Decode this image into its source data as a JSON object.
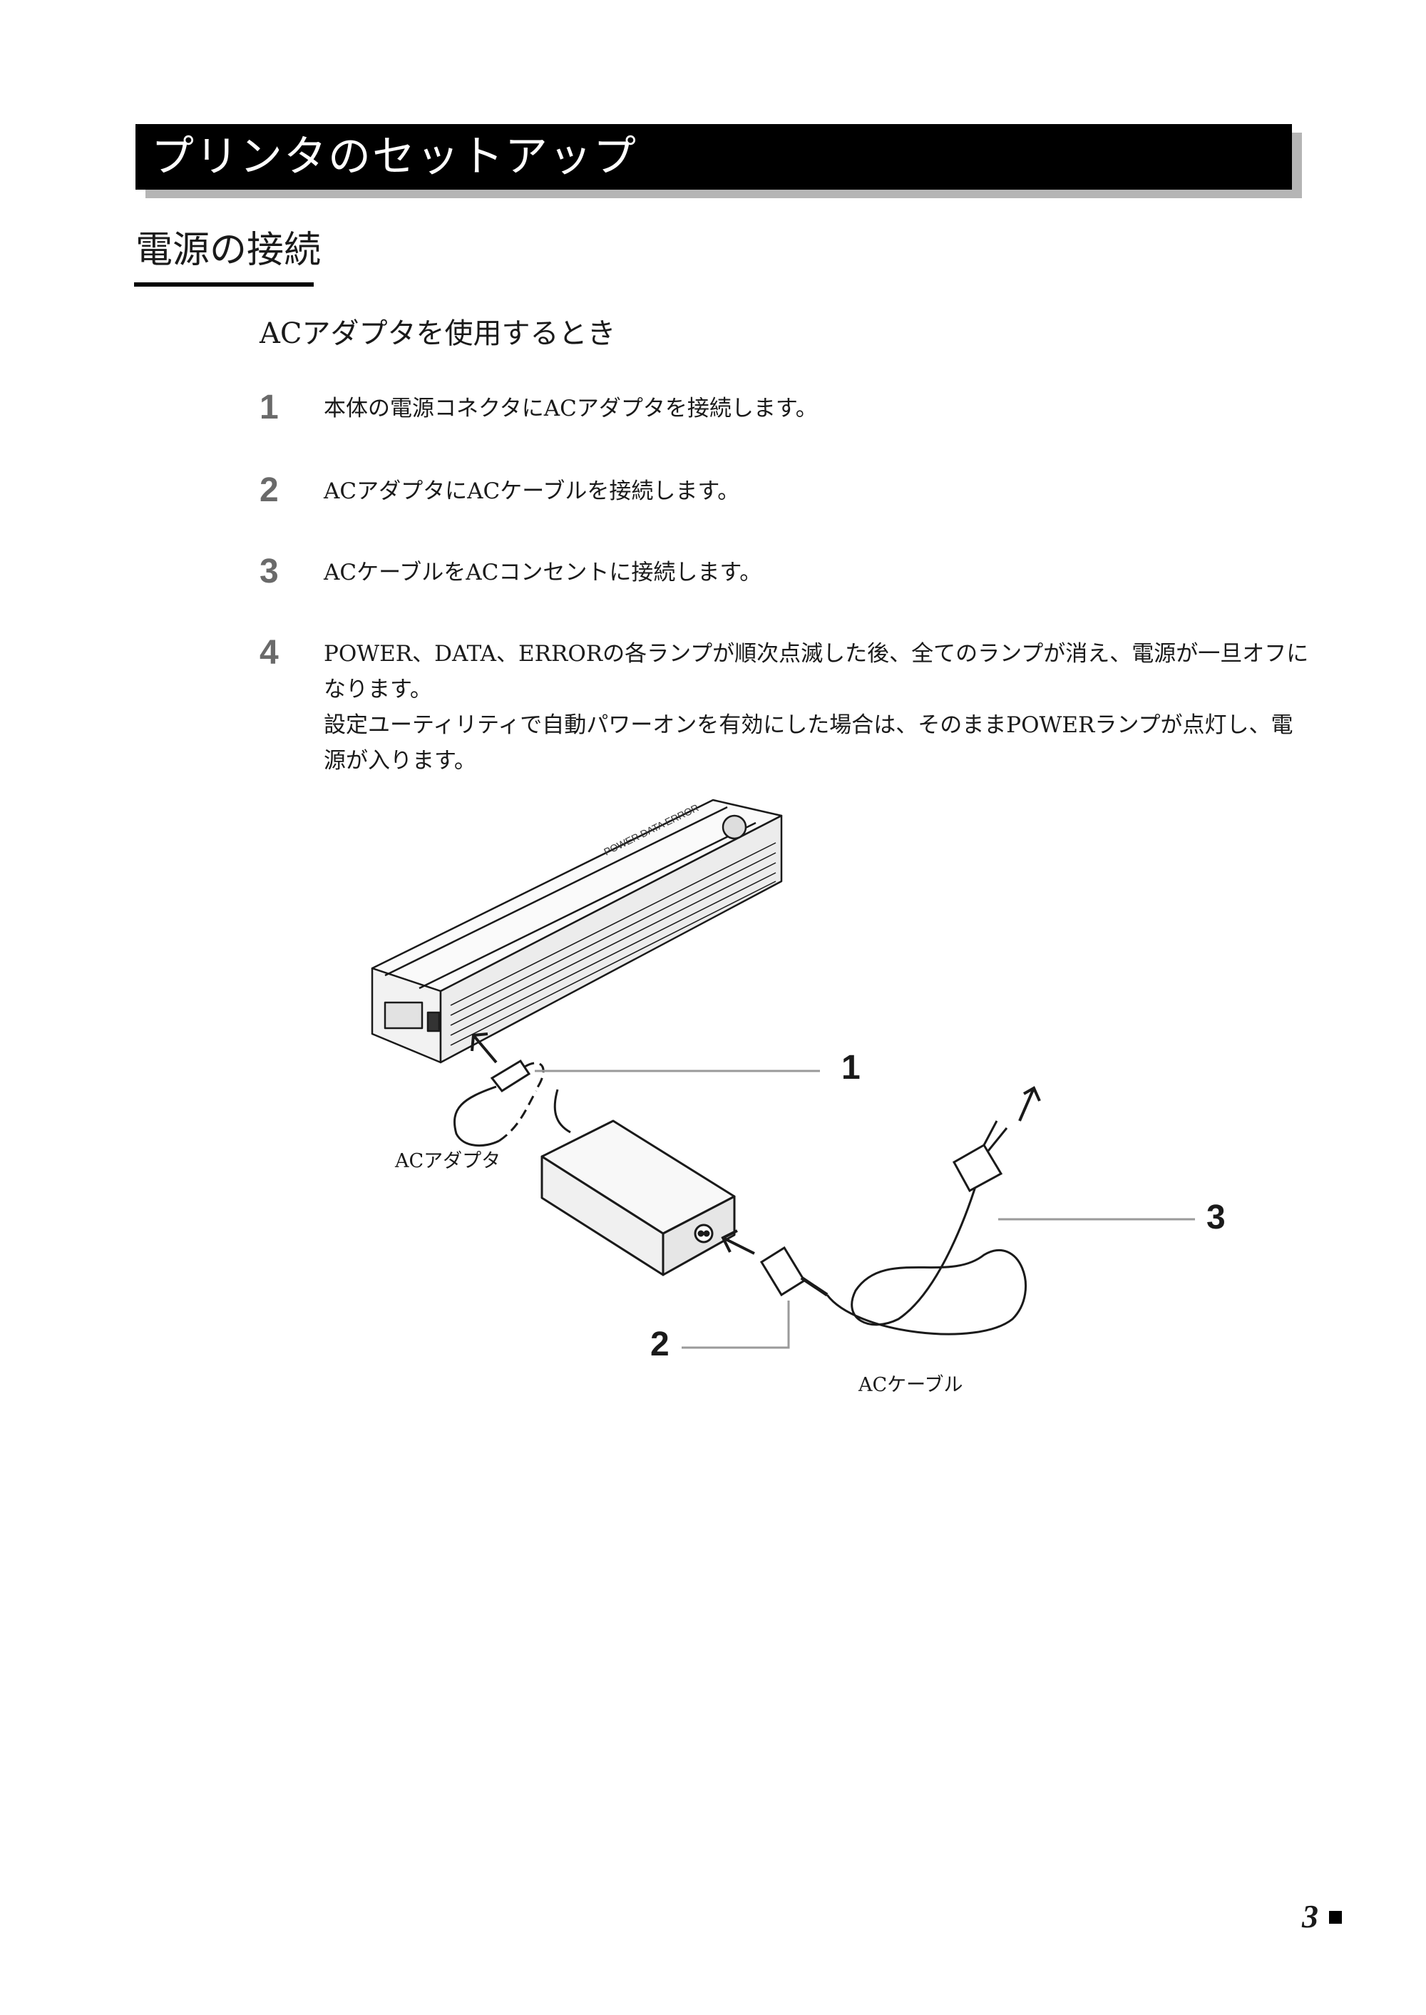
{
  "chapter_title": "プリンタのセットアップ",
  "section_title": "電源の接続",
  "subsection_title": "ACアダプタを使用するとき",
  "steps": [
    {
      "number": "1",
      "lines": [
        "本体の電源コネクタにACアダプタを接続します。"
      ]
    },
    {
      "number": "2",
      "lines": [
        "ACアダプタにACケーブルを接続します。"
      ]
    },
    {
      "number": "3",
      "lines": [
        "ACケーブルをACコンセントに接続します。"
      ]
    },
    {
      "number": "4",
      "lines": [
        "POWER、DATA、ERRORの各ランプが順次点滅した後、全てのランプが消え、電源が一旦オフになります。",
        "設定ユーティリティで自動パワーオンを有効にした場合は、そのままPOWERランプが点灯し、電源が入ります。"
      ]
    }
  ],
  "figure": {
    "printer_panel_text": "POWER DATA ERROR",
    "label_adapter": "ACアダプタ",
    "label_cable": "ACケーブル",
    "callout_1": "1",
    "callout_2": "2",
    "callout_3": "3"
  },
  "page_number": "3"
}
